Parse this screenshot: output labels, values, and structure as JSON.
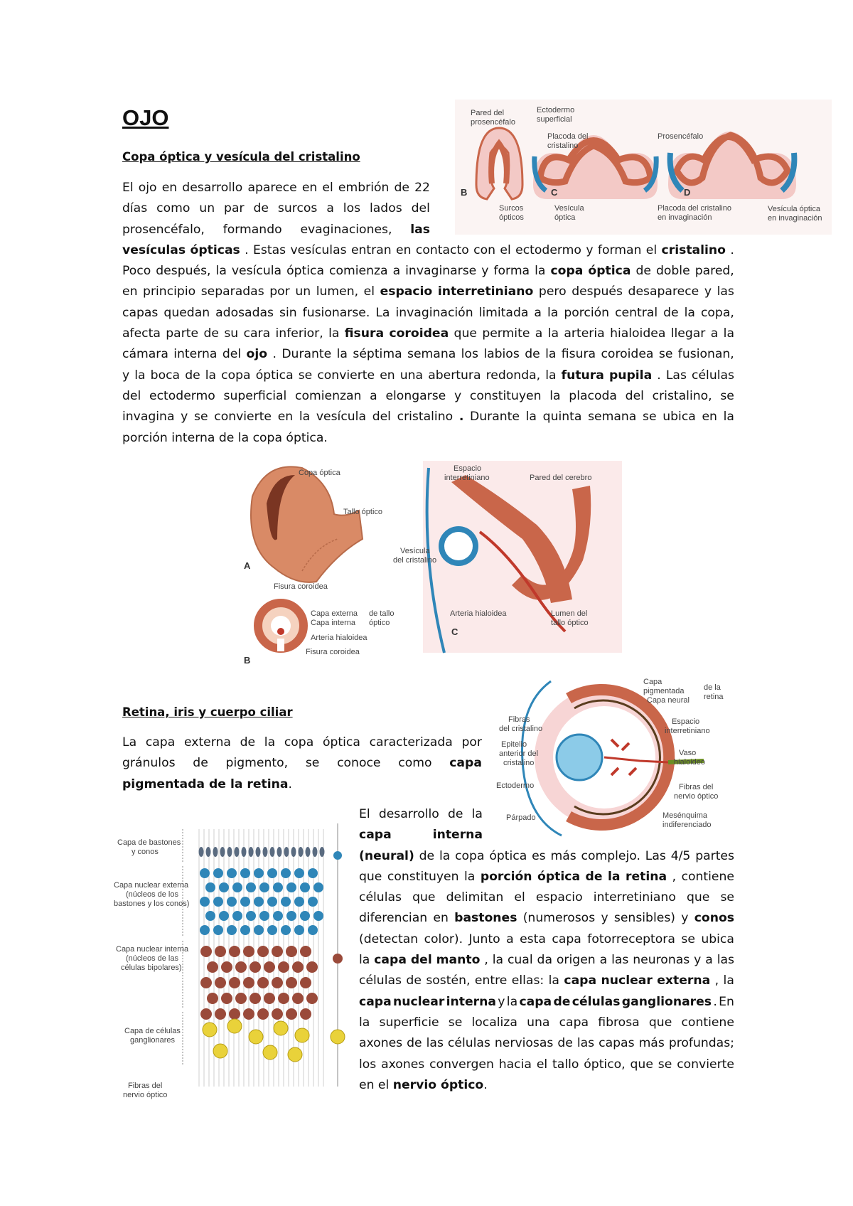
{
  "title": "OJO",
  "section1": {
    "heading": "Copa óptica y vesícula del cristalino",
    "paragraph": [
      [
        "El ojo en desarrollo aparece en el embrión de 22"
      ],
      [
        "días como un par de surcos a los lados del"
      ],
      [
        "prosencéfalo, formando evaginaciones, ",
        {
          "b": "las"
        }
      ],
      [
        {
          "b": "vesículas ópticas"
        },
        ". Estas vesículas entran en contacto con el ectodermo y forman el ",
        {
          "b": "cristalino"
        },
        "."
      ],
      [
        "Poco después, la vesícula óptica comienza a invaginarse y forma la ",
        {
          "b": "copa óptica"
        },
        " de doble pared,"
      ],
      [
        "en principio separadas por un lumen, el ",
        {
          "b": "espacio interretiniano"
        },
        "  pero después desaparece y las"
      ],
      [
        "capas quedan adosadas sin fusionarse. La invaginación limitada a la porción central de la copa,"
      ],
      [
        "afecta parte de su cara inferior, la ",
        {
          "b": "fisura coroidea"
        },
        " que permite a la arteria hialoidea llegar a la"
      ],
      [
        "cámara interna del ",
        {
          "b": "ojo"
        },
        ". Durante la séptima semana los labios de la fisura coroidea se fusionan,"
      ],
      [
        "y la boca de la copa óptica se convierte en una abertura redonda, la ",
        {
          "b": "futura pupila"
        },
        ". Las células"
      ],
      [
        "del ectodermo superficial comienzan a elongarse y constituyen la placoda del cristalino, se"
      ],
      [
        "invagina y se convierte en la vesícula del cristalino",
        {
          "b": "."
        },
        " Durante la quinta semana se ubica en la"
      ],
      [
        "porción interna de la copa óptica."
      ]
    ]
  },
  "section2": {
    "heading": "Retina, iris y cuerpo ciliar",
    "paragraph_a": [
      [
        "La capa externa de la copa óptica caracterizada por"
      ],
      [
        "gránulos de pigmento, se conoce como ",
        {
          "b": "capa"
        }
      ],
      [
        {
          "b": "pigmentada de la retina"
        },
        "."
      ]
    ],
    "paragraph_b": [
      [
        "El desarrollo de la"
      ],
      [
        {
          "b": "capa interna"
        }
      ],
      [
        {
          "b": "(neural)"
        },
        " de la copa óptica es más complejo. Las 4/5 partes"
      ],
      [
        "que constituyen la ",
        {
          "b": "porción óptica de la retina"
        },
        ", contiene"
      ],
      [
        "células que delimitan el espacio interretiniano que se"
      ],
      [
        "diferencian en ",
        {
          "b": "bastones"
        },
        " (numerosos y sensibles) y ",
        {
          "b": "conos"
        }
      ],
      [
        "(detectan color). Junto a esta capa fotorreceptora se ubica"
      ],
      [
        "la ",
        {
          "b": "capa del manto"
        },
        ", la cual da origen a las neuronas y a las"
      ],
      [
        "células de sostén, entre ellas: la ",
        {
          "b": "capa nuclear externa"
        },
        ", la"
      ],
      [
        {
          "b": "capa nuclear interna"
        },
        " y la ",
        {
          "b": "capa de células ganglionares"
        },
        ". En"
      ],
      [
        "la superficie se localiza una capa fibrosa que contiene"
      ],
      [
        "axones de las células nerviosas de las capas más profundas;"
      ],
      [
        "los axones convergen hacia el tallo óptico, que se convierte"
      ],
      [
        "en el ",
        {
          "b": "nervio óptico"
        },
        "."
      ]
    ]
  },
  "figure1": {
    "labels": {
      "pared": "Pared del",
      "prosencefalo_lbl": "prosencéfalo",
      "ecto1": "Ectodermo",
      "ecto2": "superficial",
      "plac1": "Placoda del",
      "plac2": "cristalino",
      "prosencefalo": "Prosencéfalo",
      "B": "B",
      "C": "C",
      "D": "D",
      "surcos1": "Surcos",
      "surcos2": "ópticos",
      "vesic1": "Vesícula",
      "vesic2": "óptica",
      "placinv1": "Placoda del cristalino",
      "placinv2": "en invaginación",
      "vesinv1": "Vesícula óptica",
      "vesinv2": "en invaginación"
    }
  },
  "figure2": {
    "labels": {
      "copa": "Copa óptica",
      "tallo": "Tallo óptico",
      "A": "A",
      "fisura": "Fisura coroidea",
      "capaext": "Capa externa",
      "capaint": "Capa interna",
      "detallo1": "de tallo",
      "detallo2": "óptico",
      "arteria": "Arteria hialoidea",
      "fisura2": "Fisura coroidea",
      "B": "B",
      "espacio1": "Espacio",
      "espacio2": "interretiniano",
      "pared": "Pared del cerebro",
      "vesic1": "Vesícula",
      "vesic2": "del cristalino",
      "arteria2": "Arteria hialoidea",
      "lumen1": "Lumen del",
      "lumen2": "tallo óptico",
      "C": "C"
    }
  },
  "figure3": {
    "labels": {
      "capa1": "Capa",
      "capa2": "pigmentada",
      "capaneural": "Capa neural",
      "delaretina1": "de la",
      "delaretina2": "retina",
      "fibras1": "Fibras",
      "fibras2": "del cristalino",
      "espacio1": "Espacio",
      "espacio2": "interretiniano",
      "epitelio1": "Epitelio",
      "epitelio2": "anterior del",
      "epitelio3": "cristalino",
      "vaso1": "Vaso",
      "vaso2": "hialoideo",
      "ectodermo": "Ectodermo",
      "fibrasn1": "Fibras del",
      "fibrasn2": "nervio óptico",
      "parpado": "Párpado",
      "mesen1": "Mesénquima",
      "mesen2": "indiferenciado"
    }
  },
  "figure4": {
    "labels": {
      "bast1": "Capa de bastones",
      "bast2": "y conos",
      "nucext1": "Capa nuclear externa",
      "nucext2": "(núcleos de los",
      "nucext3": "bastones y los conos)",
      "nucint1": "Capa nuclear interna",
      "nucint2": "(núcleos de las",
      "nucint3": "células bipolares)",
      "gang1": "Capa de células",
      "gang2": "ganglionares",
      "fib1": "Fibras del",
      "fib2": "nervio óptico"
    }
  },
  "colors": {
    "tissue": "#c9664a",
    "tissue_dark": "#a84a33",
    "pink": "#f3c9c6",
    "blue": "#2f86b8",
    "yellow": "#e9d23a"
  }
}
